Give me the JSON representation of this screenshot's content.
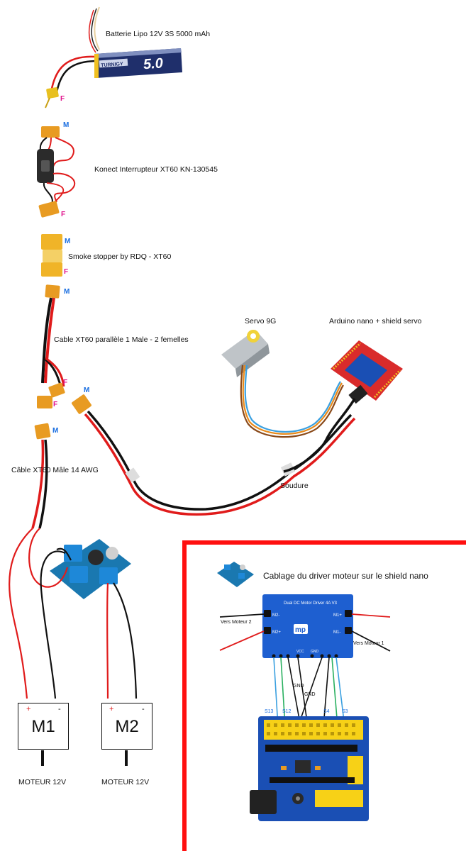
{
  "labels": {
    "battery": "Batterie Lipo 12V 3S 5000 mAh",
    "battery_brand": "TURNIGY",
    "battery_cap": "5.0",
    "switch": "Konect Interrupteur XT60 KN-130545",
    "smoke_stopper": "Smoke stopper by RDQ - XT60",
    "cable_parallel": "Cable XT60 parallèle 1 Male - 2 femelles",
    "servo": "Servo 9G",
    "arduino": "Arduino nano + shield servo",
    "male_cable": "Câble XT60 Mâle 14 AWG",
    "soudure": "Soudure",
    "wiring_title": "Cablage du driver moteur sur le shield nano",
    "vers_moteur_2": "Vers Moteur 2",
    "vers_moteur_1": "Vers Moteur 1",
    "gnd_1": "GND",
    "gnd_2": "GND",
    "board_title": "Dual DC Motor Driver 4A V3",
    "board_m2m": "M2-",
    "board_m2p": "M2+",
    "board_m1p": "M1+",
    "board_m1m": "M1-",
    "board_vcc": "VCC",
    "board_gnd": "GND",
    "shield_s13": "S13",
    "shield_s12": "S12",
    "shield_s4": "S4",
    "shield_s3": "S3"
  },
  "connectors": {
    "battery_f": "F",
    "switch_m": "M",
    "switch_f": "F",
    "smoke_m": "M",
    "smoke_f": "F",
    "cable_m": "M",
    "cable_f1": "F",
    "cable_f2": "F",
    "servo_cable_m": "M",
    "male_cable_m": "M"
  },
  "motors": [
    {
      "name": "M1",
      "plus": "+",
      "minus": "-",
      "caption": "MOTEUR 12V"
    },
    {
      "name": "M2",
      "plus": "+",
      "minus": "-",
      "caption": "MOTEUR 12V"
    }
  ],
  "colors": {
    "wire_red": "#e01b1b",
    "wire_black": "#111111",
    "border_red": "#ff1010",
    "driver_blue": "#1e5fd0",
    "shield_blue": "#1a4fb4",
    "header_yellow": "#f7d117",
    "shield_red": "#d92b2b",
    "label_m": "#1a6ee0",
    "label_f": "#e0128c"
  }
}
